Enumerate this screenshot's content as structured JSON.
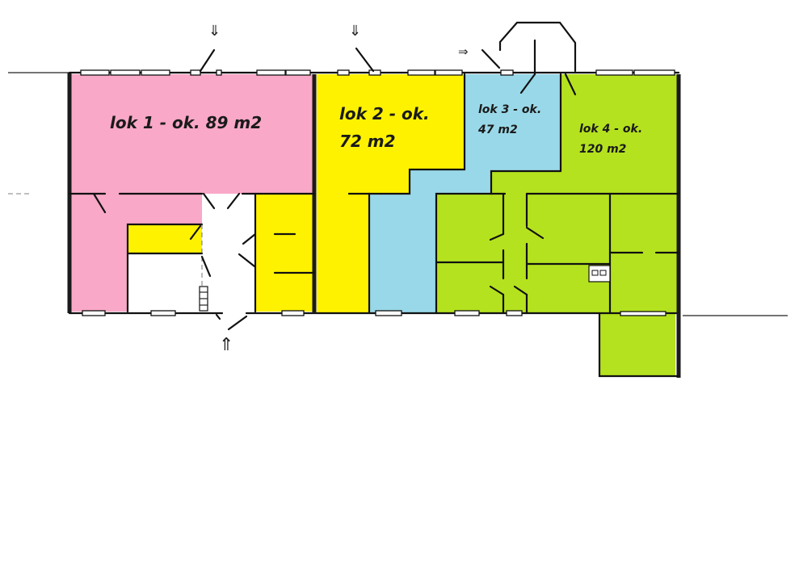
{
  "plan": {
    "colors": {
      "lok1": "#f9a8c7",
      "lok2": "#fff200",
      "lok3": "#99d8e8",
      "lok4": "#b5e21f",
      "common": "#ffffff",
      "wall": "#111111"
    },
    "units": [
      {
        "id": "lok1",
        "title": "lok 1 - ok. 89 m2",
        "line1": "lok 1 - ok. 89 m2",
        "line2": "",
        "area_m2": 89
      },
      {
        "id": "lok2",
        "title": "lok 2 - ok. 72 m2",
        "line1": "lok 2 - ok.",
        "line2": "72 m2",
        "area_m2": 72
      },
      {
        "id": "lok3",
        "title": "lok 3 - ok. 47 m2",
        "line1": "lok 3 - ok.",
        "line2": "47 m2",
        "area_m2": 47
      },
      {
        "id": "lok4",
        "title": "lok 4 - ok. 120 m2",
        "line1": "lok 4 - ok.",
        "line2": "120 m2",
        "area_m2": 120
      }
    ],
    "entrances": [
      {
        "name": "entrance-arrow-lok1",
        "direction": "down"
      },
      {
        "name": "entrance-arrow-lok2",
        "direction": "down"
      },
      {
        "name": "entrance-arrow-lok3",
        "direction": "right"
      },
      {
        "name": "entrance-arrow-main",
        "direction": "up"
      }
    ]
  }
}
